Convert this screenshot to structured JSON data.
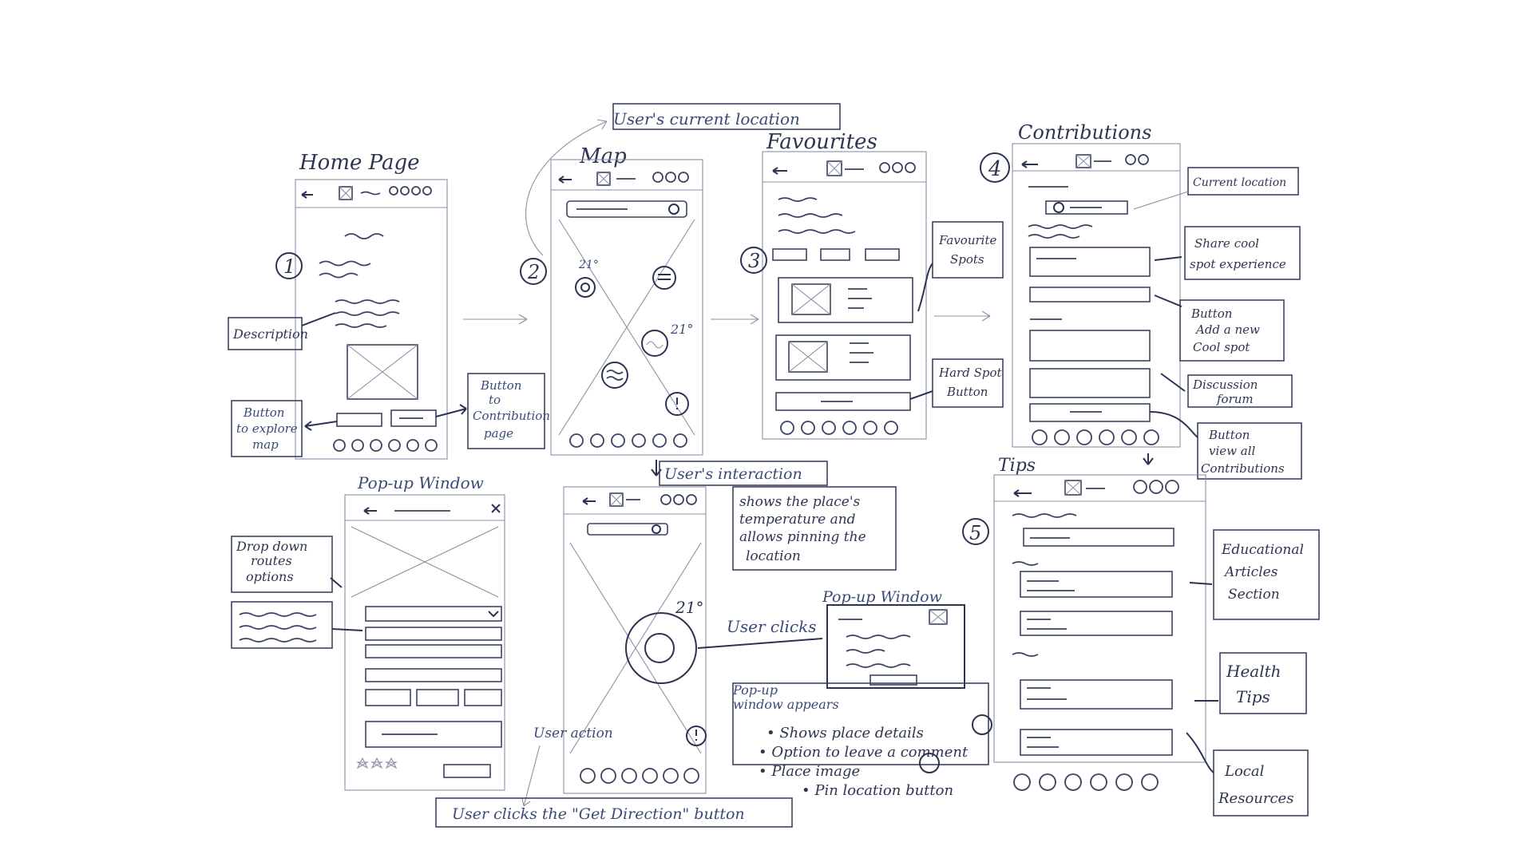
{
  "screens": {
    "home": {
      "title": "Home Page",
      "number": "1"
    },
    "map": {
      "title": "Map",
      "number": "2",
      "temp_a": "21°",
      "temp_b": "21°"
    },
    "favourites": {
      "title": "Favourites",
      "number": "3"
    },
    "contributions": {
      "title": "Contributions",
      "number": "4"
    },
    "tips": {
      "title": "Tips",
      "number": "5"
    },
    "popup_left": {
      "title": "Pop-up Window"
    },
    "interaction": {
      "temp": "21°"
    },
    "popup_small": {
      "title": "Pop-up Window"
    }
  },
  "annotations": {
    "users_current_location": "User's current location",
    "description": "Description",
    "button_explore_map": [
      "Button",
      "to explore",
      "map"
    ],
    "button_contribution": [
      "Button",
      "to",
      "Contribution",
      "page"
    ],
    "favourite_spots": [
      "Favourite",
      "Spots"
    ],
    "hard_spot_button": [
      "Hard Spot",
      "Button"
    ],
    "current_location": "Current location",
    "share_cool_spot": [
      "Share cool",
      "spot experience"
    ],
    "button_add_spot": [
      "Button",
      "Add a new",
      "Cool spot"
    ],
    "discussion_forum": [
      "Discussion",
      "forum"
    ],
    "button_view_all": [
      "Button",
      "view all",
      "Contributions"
    ],
    "users_interaction": "User's interaction",
    "shows_temperature": [
      "shows the place's",
      "temperature and",
      "allows pinning the",
      "location"
    ],
    "drop_down": [
      "Drop down",
      "routes",
      "options"
    ],
    "user_clicks": "User clicks",
    "popup_appears": [
      "Pop-up",
      "window appears"
    ],
    "popup_bullets": [
      "• Shows place details",
      "• Option to leave a comment",
      "• Place image",
      "• Pin location button"
    ],
    "user_action": "User action",
    "get_direction": "User clicks the \"Get Direction\" button",
    "educational": [
      "Educational",
      "Articles",
      "Section"
    ],
    "health_tips": [
      "Health",
      "Tips"
    ],
    "local_resources": [
      "Local",
      "Resources"
    ]
  }
}
